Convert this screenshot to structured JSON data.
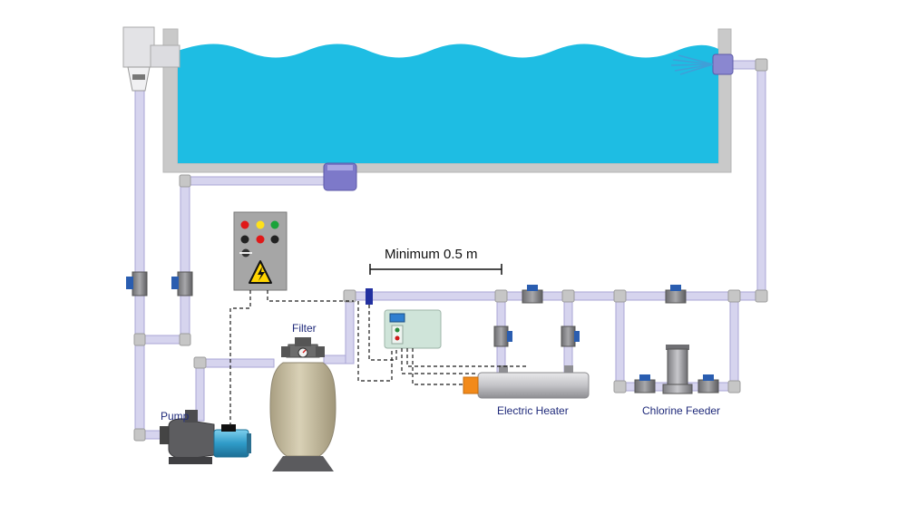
{
  "labels": {
    "pump": "Pump",
    "filter": "Filter",
    "electric_heater": "Electric Heater",
    "chlorine_feeder": "Chlorine Feeder",
    "minimum_distance": "Minimum 0.5 m"
  },
  "colors": {
    "water": "#1ebde3",
    "pool_wall": "#c7c7c7",
    "pipe": "#d6d4ee",
    "pipe_edge": "#a9a6d6",
    "elbow": "#c9c9c9",
    "valve_handle": "#2a5db0",
    "label_text": "#1f2a7a",
    "pump_motor": "#38a3cf",
    "filter_tank": "#c8bfa2",
    "heater_body": "#b9b9bd",
    "heater_cap": "#f28a1a",
    "control_panel": "#a6a6a6",
    "warning": "#ffd400"
  },
  "control_panel": {
    "indicator_colors": [
      "#e01818",
      "#ffe11a",
      "#1aa33a",
      "#222222",
      "#e01818",
      "#222222"
    ]
  }
}
